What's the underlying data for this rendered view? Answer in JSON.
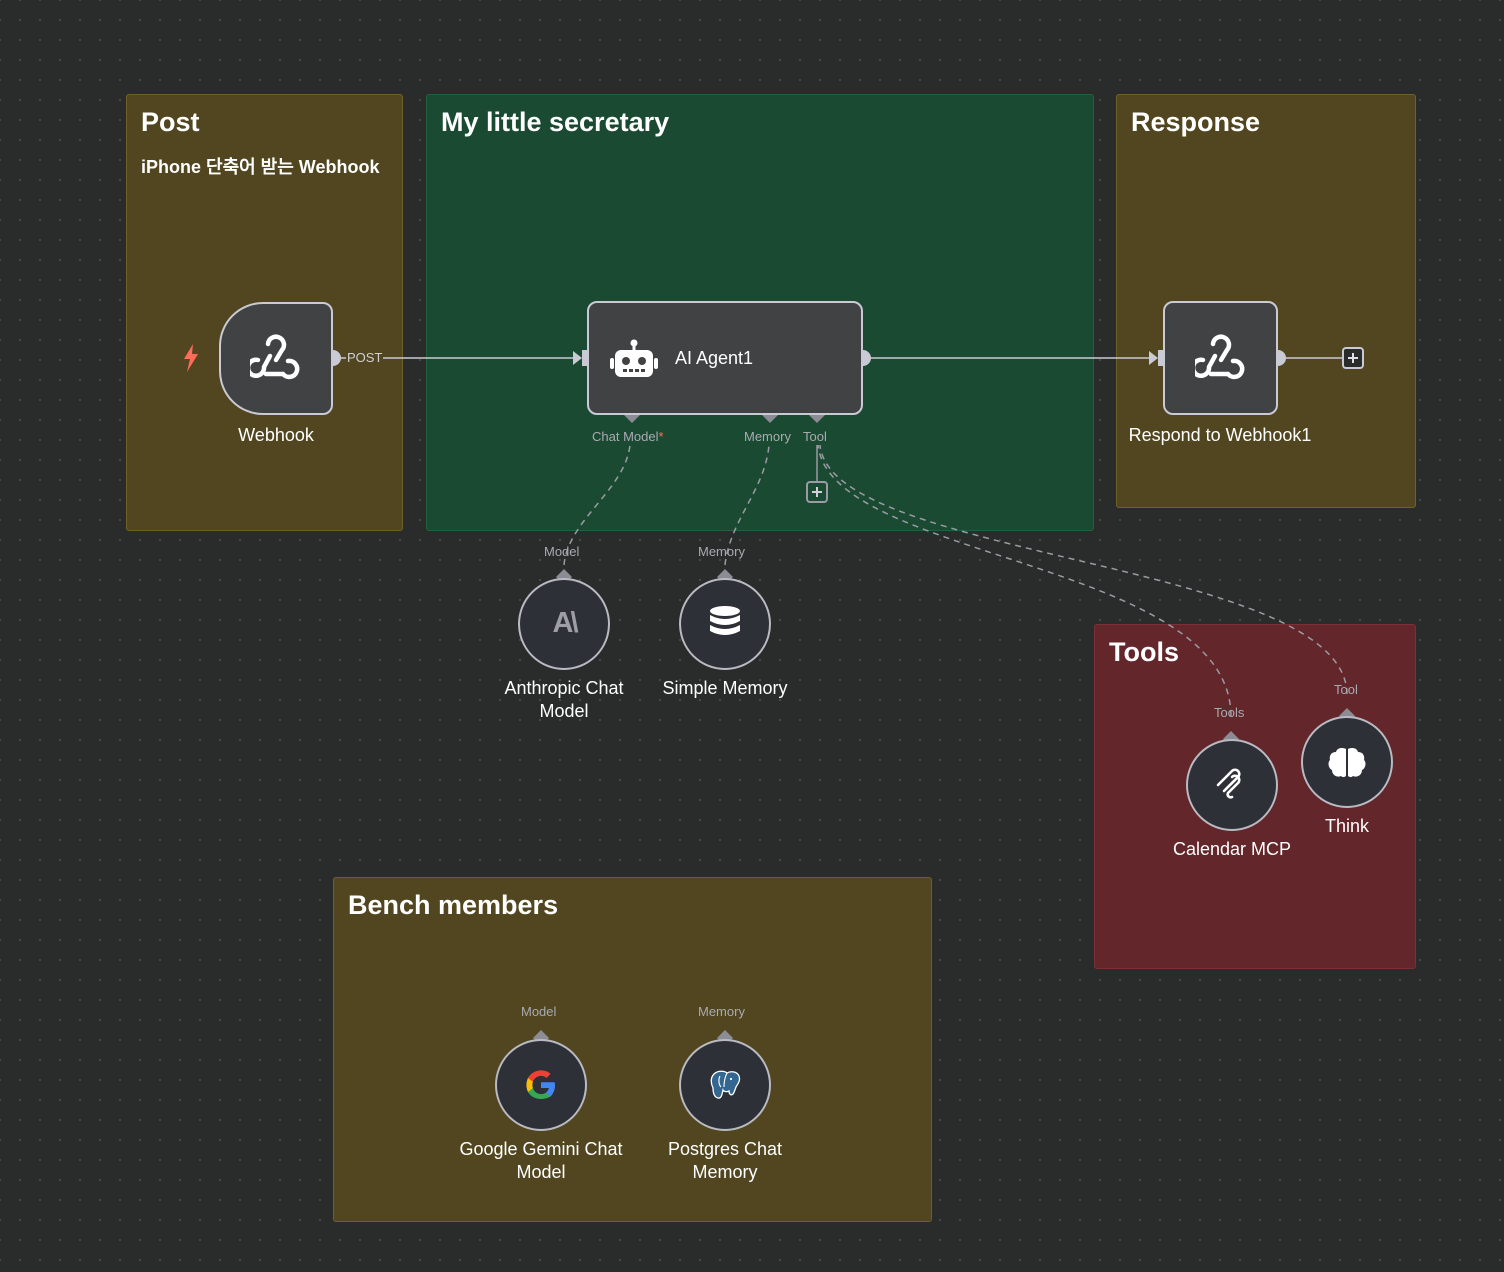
{
  "groups": {
    "post": {
      "title": "Post",
      "subtitle": "iPhone 단축어 받는 Webhook"
    },
    "secretary": {
      "title": "My little secretary"
    },
    "response": {
      "title": "Response"
    },
    "tools": {
      "title": "Tools"
    },
    "bench": {
      "title": "Bench members"
    }
  },
  "nodes": {
    "webhook": {
      "label": "Webhook",
      "output_label": "POST"
    },
    "agent": {
      "label": "AI Agent1",
      "port_chat_model": "Chat Model",
      "port_required": "*",
      "port_memory": "Memory",
      "port_tool": "Tool"
    },
    "respond": {
      "label": "Respond to Webhook1"
    },
    "anthropic": {
      "label_line1": "Anthropic Chat",
      "label_line2": "Model",
      "port": "Model",
      "icon_text": "A\\"
    },
    "simple_memory": {
      "label": "Simple Memory",
      "port": "Memory"
    },
    "calendar_mcp": {
      "label": "Calendar MCP",
      "port": "Tools"
    },
    "think": {
      "label": "Think",
      "port": "Tool"
    },
    "gemini": {
      "label_line1": "Google Gemini Chat",
      "label_line2": "Model",
      "port": "Model",
      "icon_text": "G"
    },
    "postgres": {
      "label_line1": "Postgres Chat",
      "label_line2": "Memory",
      "port": "Memory"
    }
  },
  "colors": {
    "canvas": "#2a2b2b",
    "sticky_yellow": "#51461f",
    "sticky_green": "#1b4a33",
    "sticky_red": "#62262b",
    "trigger": "#ff6d5a",
    "edge": "#c9cad3",
    "sub_edge": "#9a9ba3"
  }
}
